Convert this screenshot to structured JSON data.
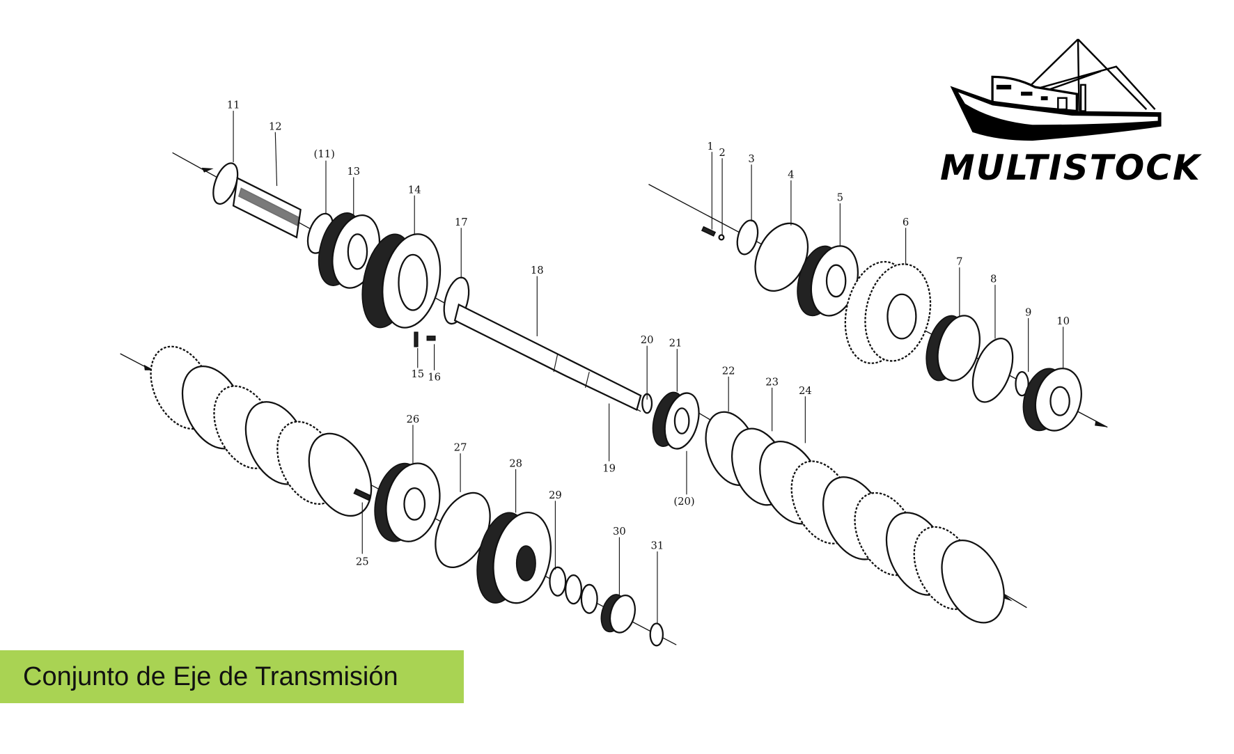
{
  "brand": {
    "name": "MULTISTOCK"
  },
  "banner": {
    "title": "Conjunto de Eje de Transmisión"
  },
  "parts": {
    "labels": [
      "11",
      "12",
      "(11)",
      "13",
      "14",
      "17",
      "18",
      "15",
      "16",
      "1",
      "2",
      "3",
      "4",
      "5",
      "6",
      "7",
      "8",
      "9",
      "10",
      "20",
      "21",
      "19",
      "(20)",
      "22",
      "23",
      "24",
      "26",
      "27",
      "28",
      "29",
      "30",
      "31",
      "25"
    ]
  },
  "colors": {
    "banner": "#a9d353",
    "ink": "#111111"
  }
}
